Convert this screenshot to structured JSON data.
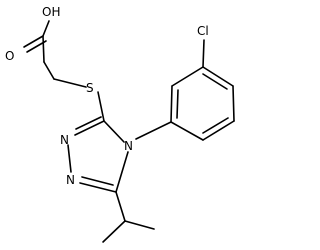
{
  "molecule": {
    "atoms": {
      "hydroxyl": "OH",
      "carbonyl_oxygen": "O",
      "sulfur": "S",
      "triazole_n1": "N",
      "triazole_n2": "N",
      "triazole_n4": "N",
      "chlorine": "Cl"
    }
  },
  "colors": {
    "bond": "#000000",
    "label": "#000000",
    "background": "#ffffff"
  }
}
